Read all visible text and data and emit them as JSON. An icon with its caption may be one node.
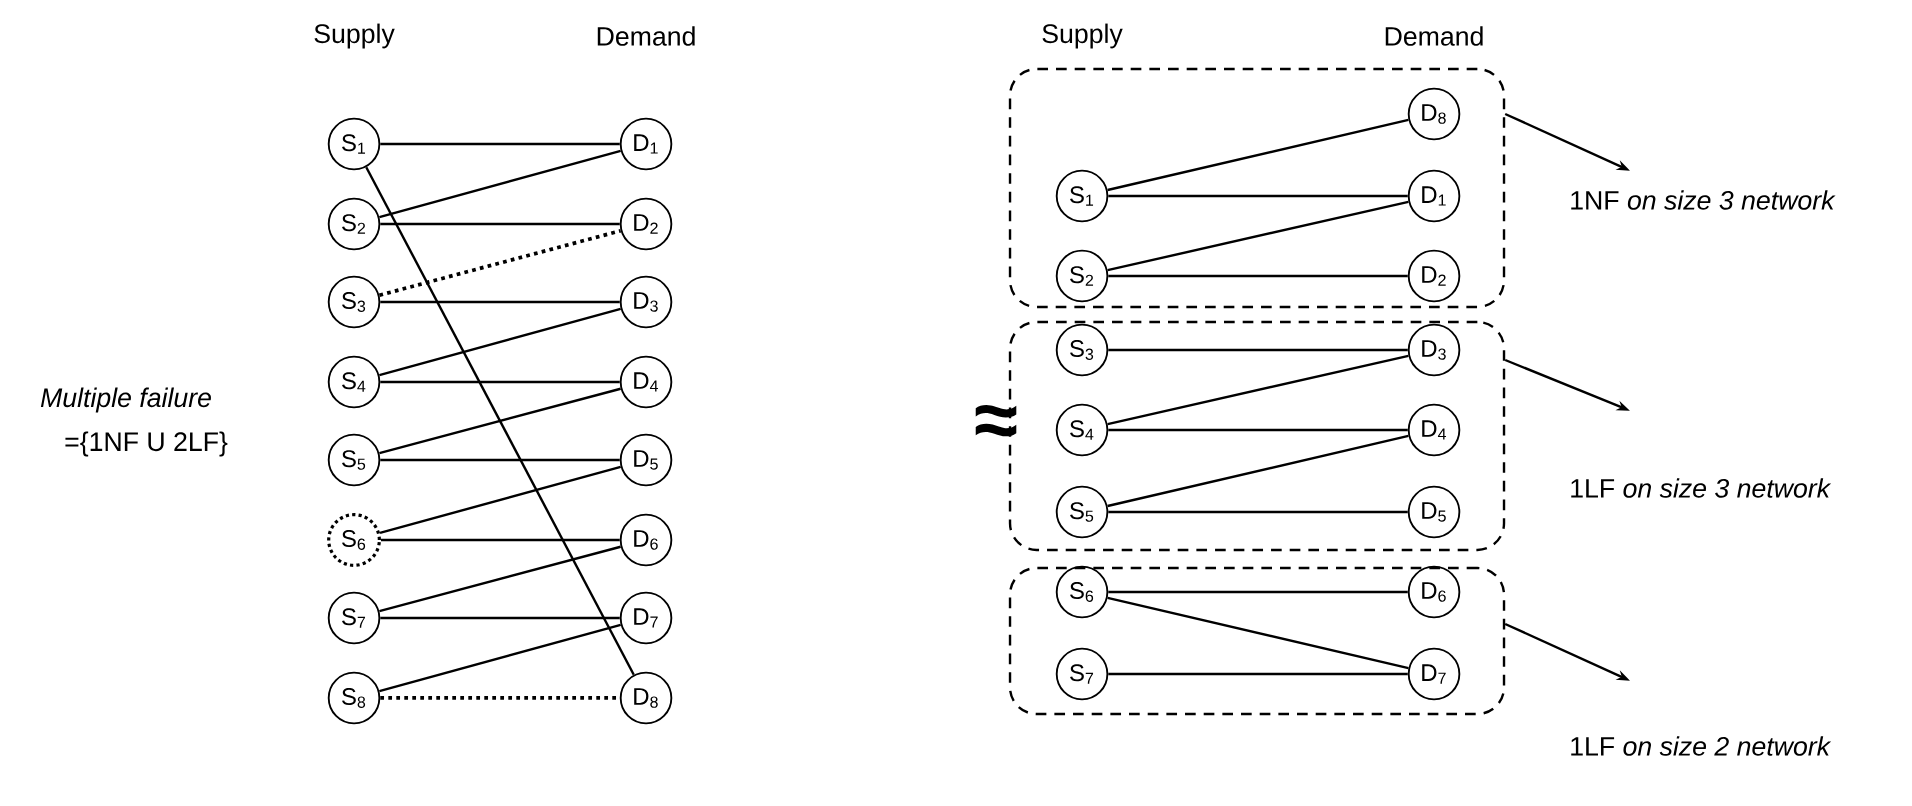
{
  "diagram": {
    "nodes": [
      {
        "text": [
          "S$_{1}$"
        ]
      },
      {
        "text": [
          "S$_{2}$"
        ]
      },
      {
        "text": [
          "S$_{3}$"
        ]
      },
      {
        "text": [
          "S$_{4}$"
        ]
      },
      {
        "text": [
          "S$_{5}$"
        ]
      },
      {
        "text": [
          "S$_{6}$"
        ]
      },
      {
        "text": [
          "S$_{7}$"
        ]
      },
      {
        "text": [
          "S$_{8}$"
        ]
      },
      {
        "text": [
          "D$_{1}$"
        ]
      },
      {
        "text": [
          "D$_{2}$"
        ]
      },
      {
        "text": [
          "D$_{3}$"
        ]
      },
      {
        "text": [
          "D$_{4}$"
        ]
      },
      {
        "text": [
          "D$_{5}$"
        ]
      },
      {
        "text": [
          "D$_{6}$"
        ]
      },
      {
        "text": [
          "D$_{7}$"
        ]
      },
      {
        "text": [
          "D$_{8}$"
        ]
      },
      {
        "text": [],
        "shape": "box"
      },
      {
        "text": [
          "S$_{1}$"
        ],
        "in": 16
      },
      {
        "text": [
          "S$_{2}$"
        ],
        "in": 16
      },
      {
        "text": [
          "D$_{8}$"
        ],
        "in": 16
      },
      {
        "text": [
          "D$_{1}$"
        ],
        "in": 16
      },
      {
        "text": [
          "D$_{2}$"
        ],
        "in": 16
      },
      {
        "text": [
          "1NF *on size 3 network*"
        ]
      },
      {
        "text": [],
        "shape": "box"
      },
      {
        "text": [
          "S$_{3}$"
        ],
        "in": 23
      },
      {
        "text": [
          "S$_{4}$"
        ],
        "in": 23
      },
      {
        "text": [
          "S$_{5}$"
        ],
        "in": 23
      },
      {
        "text": [
          "D$_{3}$"
        ],
        "in": 23
      },
      {
        "text": [
          "D$_{4}$"
        ],
        "in": 23
      },
      {
        "text": [
          "D$_{5}$"
        ],
        "in": 23
      },
      {
        "text": [
          "1LF *on size 3 network*"
        ]
      },
      {
        "text": [],
        "shape": "box"
      },
      {
        "text": [
          "S$_{6}$"
        ],
        "in": 31
      },
      {
        "text": [
          "S$_{7}$"
        ],
        "in": 31
      },
      {
        "text": [
          "D$_{6}$"
        ],
        "in": 31
      },
      {
        "text": [
          "D$_{7}$"
        ],
        "in": 31
      },
      {
        "text": [
          "1LF *on size 2 network*"
        ]
      }
    ],
    "edges": [
      {
        "from": 0,
        "to": 8,
        "arrow": "none"
      },
      {
        "from": 0,
        "to": 15,
        "arrow": "none"
      },
      {
        "from": 1,
        "to": 8,
        "arrow": "none"
      },
      {
        "from": 1,
        "to": 9,
        "arrow": "none"
      },
      {
        "from": 2,
        "to": 9,
        "arrow": "none",
        "style": "dashed"
      },
      {
        "from": 2,
        "to": 10,
        "arrow": "none"
      },
      {
        "from": 3,
        "to": 10,
        "arrow": "none"
      },
      {
        "from": 3,
        "to": 11,
        "arrow": "none"
      },
      {
        "from": 4,
        "to": 11,
        "arrow": "none"
      },
      {
        "from": 4,
        "to": 12,
        "arrow": "none"
      },
      {
        "from": 5,
        "to": 12,
        "arrow": "none"
      },
      {
        "from": 5,
        "to": 13,
        "arrow": "none"
      },
      {
        "from": 6,
        "to": 13,
        "arrow": "none"
      },
      {
        "from": 6,
        "to": 14,
        "arrow": "none"
      },
      {
        "from": 7,
        "to": 14,
        "arrow": "none"
      },
      {
        "from": 7,
        "to": 15,
        "arrow": "none",
        "style": "dashed"
      },
      {
        "from": 17,
        "to": 19,
        "arrow": "none"
      },
      {
        "from": 17,
        "to": 20,
        "arrow": "none"
      },
      {
        "from": 18,
        "to": 20,
        "arrow": "none"
      },
      {
        "from": 18,
        "to": 21,
        "arrow": "none"
      },
      {
        "from": 24,
        "to": 27,
        "arrow": "none"
      },
      {
        "from": 25,
        "to": 27,
        "arrow": "none"
      },
      {
        "from": 25,
        "to": 28,
        "arrow": "none"
      },
      {
        "from": 26,
        "to": 28,
        "arrow": "none"
      },
      {
        "from": 26,
        "to": 29,
        "arrow": "none"
      },
      {
        "from": 32,
        "to": 34,
        "arrow": "none"
      },
      {
        "from": 32,
        "to": 35,
        "arrow": "none"
      },
      {
        "from": 33,
        "to": 35,
        "arrow": "none"
      },
      {
        "from": 16,
        "to": 22,
        "arrow": "to"
      },
      {
        "from": 23,
        "to": 30,
        "arrow": "to"
      },
      {
        "from": 31,
        "to": 36,
        "arrow": "to"
      }
    ],
    "labels": [
      "Supply",
      "Demand",
      "Supply",
      "Demand",
      "Multiple failure",
      "={1NF U 2LF}",
      "≈"
    ]
  }
}
